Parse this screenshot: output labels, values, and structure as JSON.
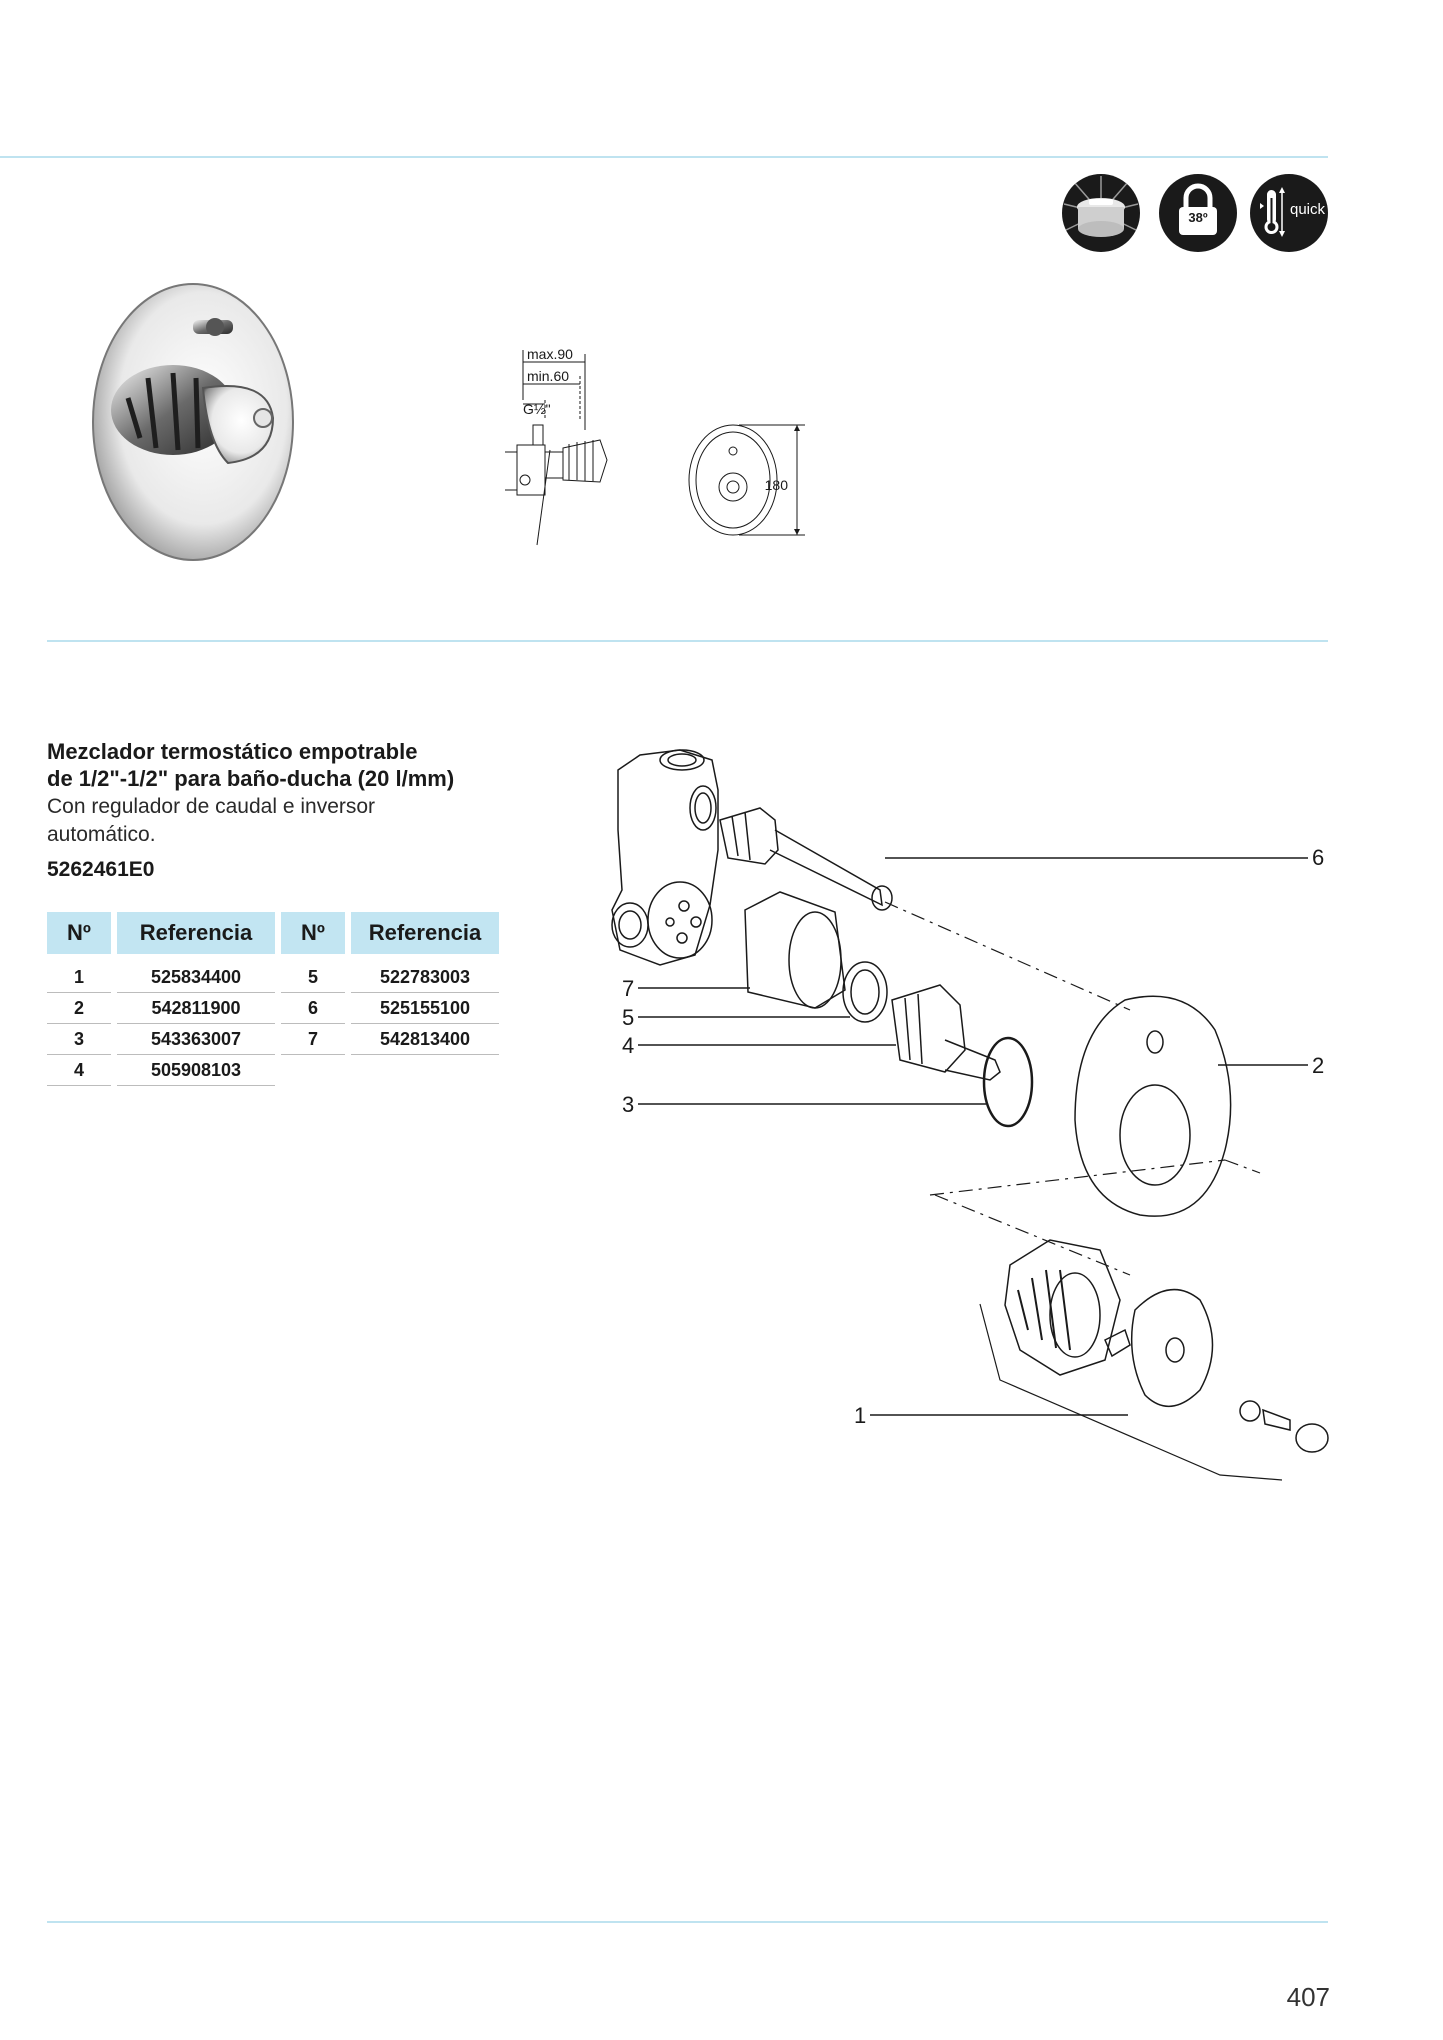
{
  "badges": [
    {
      "icon": "cool-touch-icon"
    },
    {
      "icon": "temperature-lock-icon",
      "text": "38º"
    },
    {
      "icon": "quick-thermostat-icon",
      "text": "quick"
    }
  ],
  "dimensions": {
    "max": "max.90",
    "min": "min.60",
    "thread": "G½\"",
    "height": "180"
  },
  "product": {
    "title_line1": "Mezclador termostático empotrable",
    "title_line2": "de 1/2\"-1/2\" para baño-ducha (20 l/mm)",
    "subtitle_line1": "Con regulador de caudal e inversor",
    "subtitle_line2": "automático.",
    "code": "5262461E0"
  },
  "parts_table": {
    "headers": [
      "Nº",
      "Referencia",
      "Nº",
      "Referencia"
    ],
    "rows": [
      [
        "1",
        "525834400",
        "5",
        "522783003"
      ],
      [
        "2",
        "542811900",
        "6",
        "525155100"
      ],
      [
        "3",
        "543363007",
        "7",
        "542813400"
      ],
      [
        "4",
        "505908103",
        "",
        ""
      ]
    ]
  },
  "callouts": [
    "6",
    "7",
    "5",
    "4",
    "3",
    "2",
    "1"
  ],
  "page_number": "407"
}
